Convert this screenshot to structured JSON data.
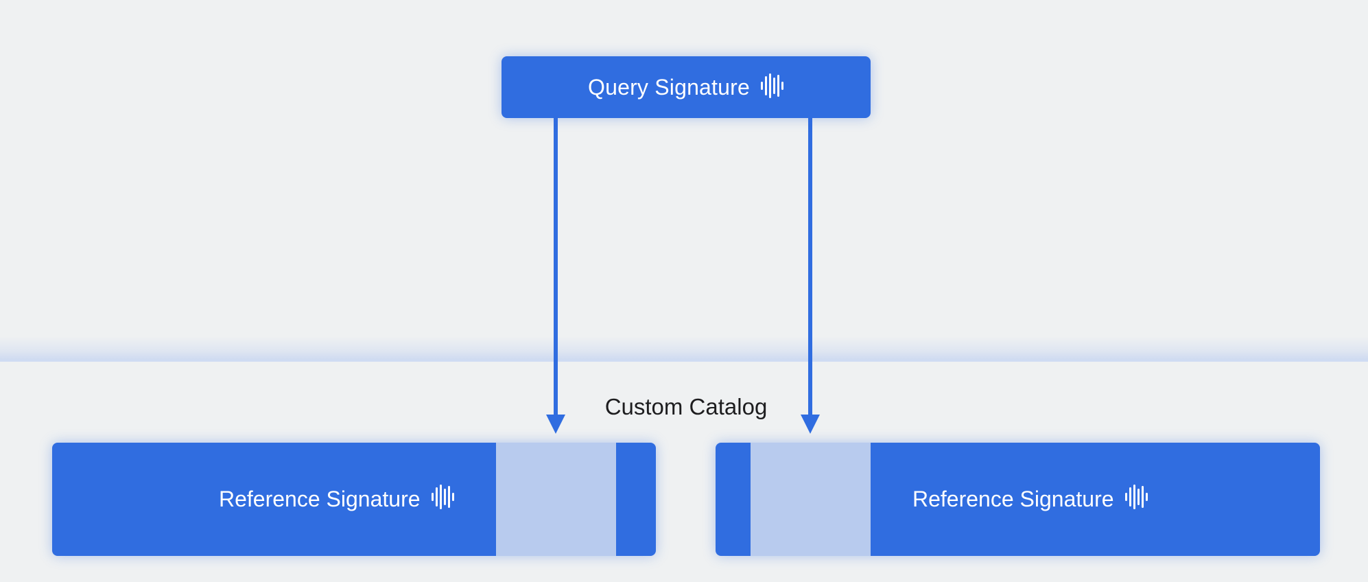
{
  "query": {
    "label": "Query Signature",
    "icon": "waveform-icon"
  },
  "catalog": {
    "title": "Custom Catalog"
  },
  "references": [
    {
      "label": "Reference Signature",
      "icon": "waveform-icon"
    },
    {
      "label": "Reference Signature",
      "icon": "waveform-icon"
    }
  ],
  "colors": {
    "accent": "#306de0",
    "match_highlight": "#b8cbee",
    "background": "#eff1f2",
    "text_on_accent": "#ffffff",
    "text": "#1d1d1f"
  }
}
